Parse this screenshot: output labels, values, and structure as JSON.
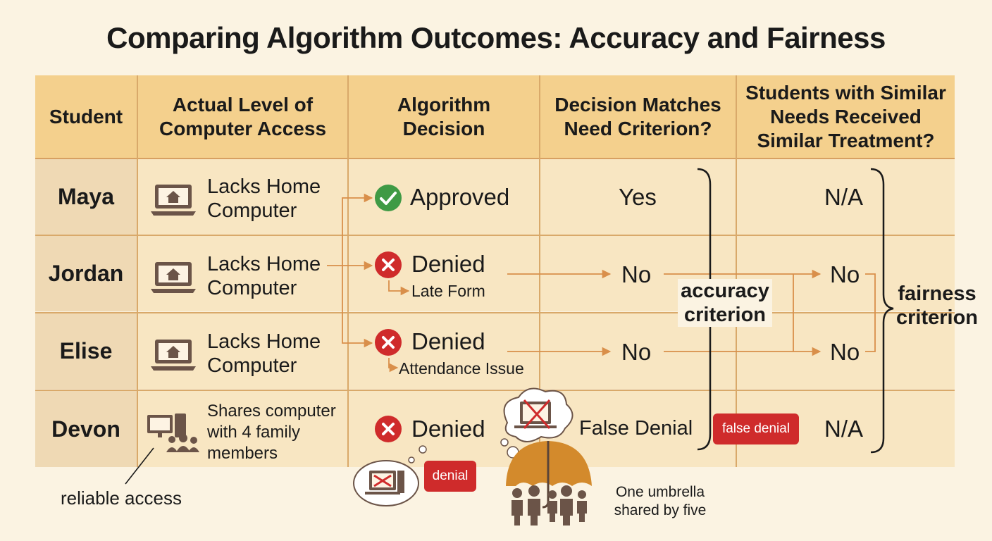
{
  "title": "Comparing Algorithm Outcomes: Accuracy and Fairness",
  "headers": {
    "student": "Student",
    "access_l1": "Actual Level of",
    "access_l2": "Computer Access",
    "decision_l1": "Algorithm",
    "decision_l2": "Decision",
    "matches_l1": "Decision Matches",
    "matches_l2": "Need Criterion?",
    "similar_l1": "Students with Similar",
    "similar_l2": "Needs Received",
    "similar_l3": "Similar Treatment?"
  },
  "rows": [
    {
      "name": "Maya",
      "access_l1": "Lacks Home",
      "access_l2": "Computer",
      "decision": "Approved",
      "match": "Yes",
      "similar": "N/A"
    },
    {
      "name": "Jordan",
      "access_l1": "Lacks Home",
      "access_l2": "Computer",
      "decision": "Denied",
      "reason": "Late Form",
      "match": "No",
      "similar": "No"
    },
    {
      "name": "Elise",
      "access_l1": "Lacks Home",
      "access_l2": "Computer",
      "decision": "Denied",
      "reason": "Attendance Issue",
      "match": "No",
      "similar": "No"
    },
    {
      "name": "Devon",
      "access_l1": "Shares computer",
      "access_l2": "with 4 family",
      "access_l3": "members",
      "decision": "Denied",
      "match": "False Denial",
      "similar": "N/A"
    }
  ],
  "labels": {
    "accuracy_l1": "accuracy",
    "accuracy_l2": "criterion",
    "fairness_l1": "fairness",
    "fairness_l2": "criterion",
    "false_denial_tag": "false denial",
    "denial_tag": "denial",
    "reliable_access": "reliable access",
    "umbrella_l1": "One umbrella",
    "umbrella_l2": "shared by five"
  },
  "icons": [
    "laptop-home-icon",
    "check-circle-icon",
    "x-circle-icon",
    "desktop-family-icon",
    "thought-bubble-icon",
    "umbrella-family-icon"
  ],
  "colors": {
    "header": "#f4d08d",
    "row": "#f8e6c2",
    "name_cell": "#efd9b4",
    "grid": "#d9a96a",
    "arrow": "#d98f4a",
    "approved": "#3f9a45",
    "denied": "#cf2b2b",
    "background": "#fbf3e2"
  }
}
